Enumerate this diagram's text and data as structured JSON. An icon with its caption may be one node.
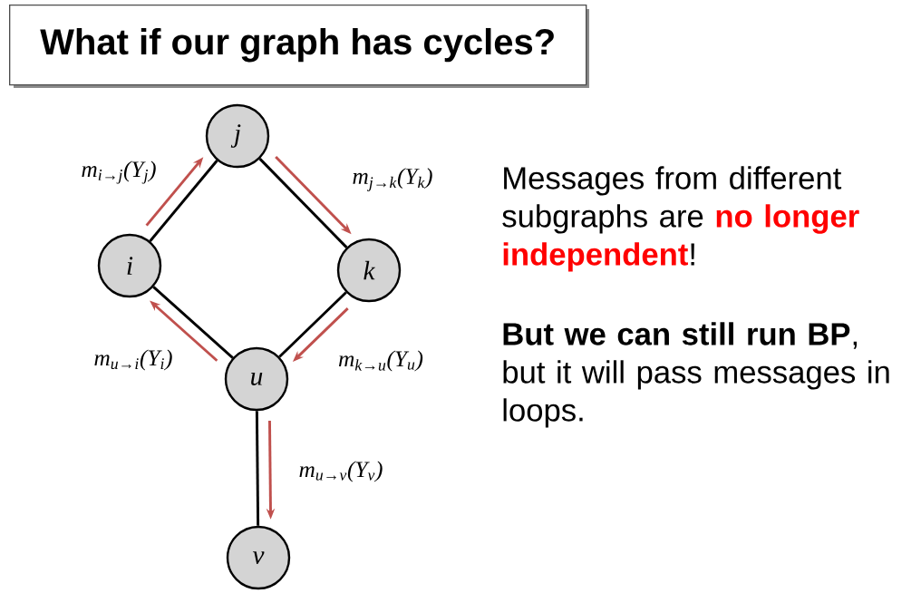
{
  "diagram": {
    "title": "What if our graph has cycles?",
    "nodes": [
      {
        "text": [
          "j"
        ]
      },
      {
        "text": [
          "i"
        ]
      },
      {
        "text": [
          "k"
        ]
      },
      {
        "text": [
          "u"
        ]
      },
      {
        "text": [
          "v"
        ]
      }
    ],
    "edges": [
      {
        "from": 1,
        "to": 0,
        "arrow": "none"
      },
      {
        "from": 0,
        "to": 2,
        "arrow": "none"
      },
      {
        "from": 1,
        "to": 3,
        "arrow": "none"
      },
      {
        "from": 2,
        "to": 3,
        "arrow": "none"
      },
      {
        "from": 3,
        "to": 4,
        "arrow": "none"
      },
      {
        "from": 1,
        "to": 0,
        "arrow": "to",
        "color": "#c0504d",
        "label": "m$_{i→j}$(Y$_{j}$)"
      },
      {
        "from": 0,
        "to": 2,
        "arrow": "to",
        "color": "#c0504d",
        "label": "m$_{j→k}$(Y$_{k}$)"
      },
      {
        "from": 3,
        "to": 1,
        "arrow": "to",
        "color": "#c0504d",
        "label": "m$_{u→i}$(Y$_{i}$)"
      },
      {
        "from": 2,
        "to": 3,
        "arrow": "to",
        "color": "#c0504d",
        "label": "m$_{k→u}$(Y$_{u}$)"
      },
      {
        "from": 3,
        "to": 4,
        "arrow": "to",
        "color": "#c0504d",
        "label": "m$_{u→v}$(Y$_{v}$)"
      }
    ],
    "labels": [
      "Messages from different subgraphs are **no longer independent**!",
      "**But we can still run BP**, but it will pass messages in loops."
    ]
  }
}
